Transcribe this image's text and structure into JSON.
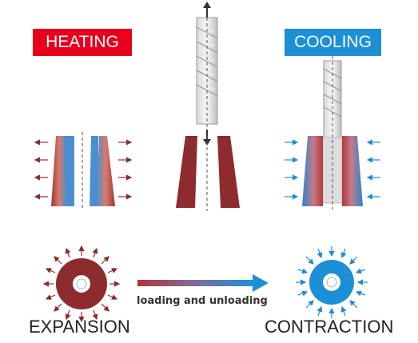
{
  "labels": {
    "heating": "HEATING",
    "cooling": "COOLING",
    "expansion": "EXPANSION",
    "contraction": "CONTRACTION",
    "process": "loading and unloading"
  },
  "colors": {
    "heat_red": "#8e2b2e",
    "cool_blue": "#1c8fd6",
    "heating_badge": "#e8001c",
    "cooling_badge": "#1c8fd6"
  },
  "icons": [
    "drill-bit",
    "up-arrow",
    "down-arrow",
    "expansion-arrows",
    "contraction-arrows",
    "process-arrow"
  ]
}
